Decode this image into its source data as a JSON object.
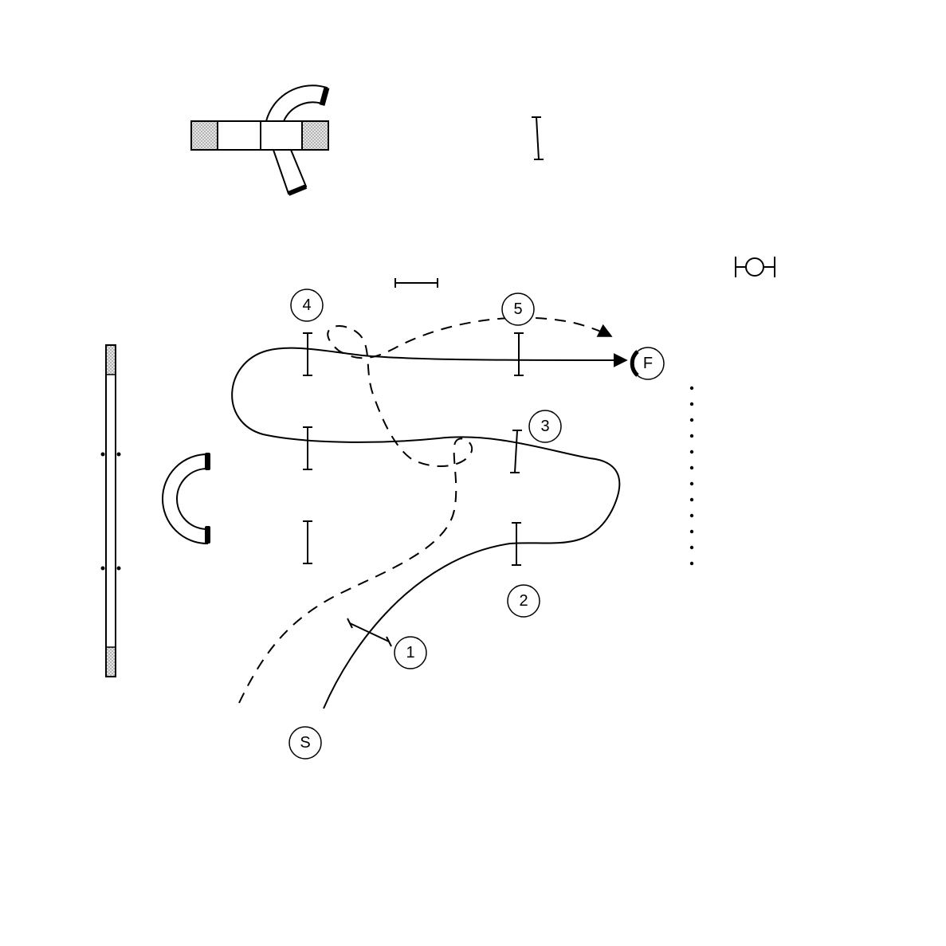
{
  "markers": [
    {
      "id": "start",
      "text": "S"
    },
    {
      "id": "n1",
      "text": "1"
    },
    {
      "id": "n2",
      "text": "2"
    },
    {
      "id": "n3",
      "text": "3"
    },
    {
      "id": "n4",
      "text": "4"
    },
    {
      "id": "n5",
      "text": "5"
    },
    {
      "id": "finish",
      "text": "F"
    }
  ],
  "colors": {
    "ink": "#000000",
    "contact_zone_fill": "#d0d0d0",
    "background": "#ffffff"
  }
}
